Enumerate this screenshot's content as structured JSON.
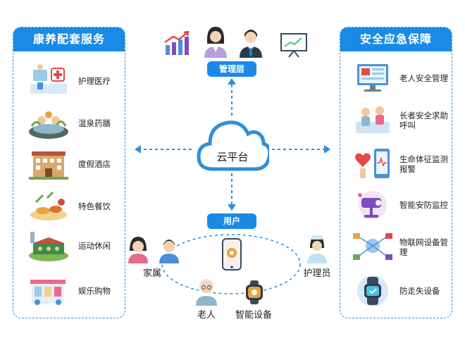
{
  "left_panel": {
    "title": "康养配套服务",
    "items": [
      {
        "label": "护理医疗",
        "icon": "medical-care-icon"
      },
      {
        "label": "温泉药膳",
        "icon": "hot-spring-icon"
      },
      {
        "label": "度假酒店",
        "icon": "hotel-icon"
      },
      {
        "label": "特色餐饮",
        "icon": "dining-icon"
      },
      {
        "label": "运动休闲",
        "icon": "sports-icon"
      },
      {
        "label": "娱乐购物",
        "icon": "shopping-icon"
      }
    ]
  },
  "right_panel": {
    "title": "安全应急保障",
    "items": [
      {
        "label": "老人安全管理",
        "icon": "elder-safety-icon"
      },
      {
        "label": "长者安全求助呼叫",
        "icon": "help-call-icon"
      },
      {
        "label": "生命体征监测报警",
        "icon": "vital-signs-icon"
      },
      {
        "label": "智能安防监控",
        "icon": "security-camera-icon"
      },
      {
        "label": "物联网设备管理",
        "icon": "iot-device-icon"
      },
      {
        "label": "防走失设备",
        "icon": "anti-lost-icon"
      }
    ]
  },
  "center": {
    "management_label": "管理层",
    "cloud_label": "云平台",
    "user_label": "用户",
    "family_label": "家属",
    "caregiver_label": "护理员",
    "elder_label": "老人",
    "smart_device_label": "智能设备"
  },
  "colors": {
    "accent": "#1a8ae6",
    "dashed": "#2e8fdc"
  }
}
